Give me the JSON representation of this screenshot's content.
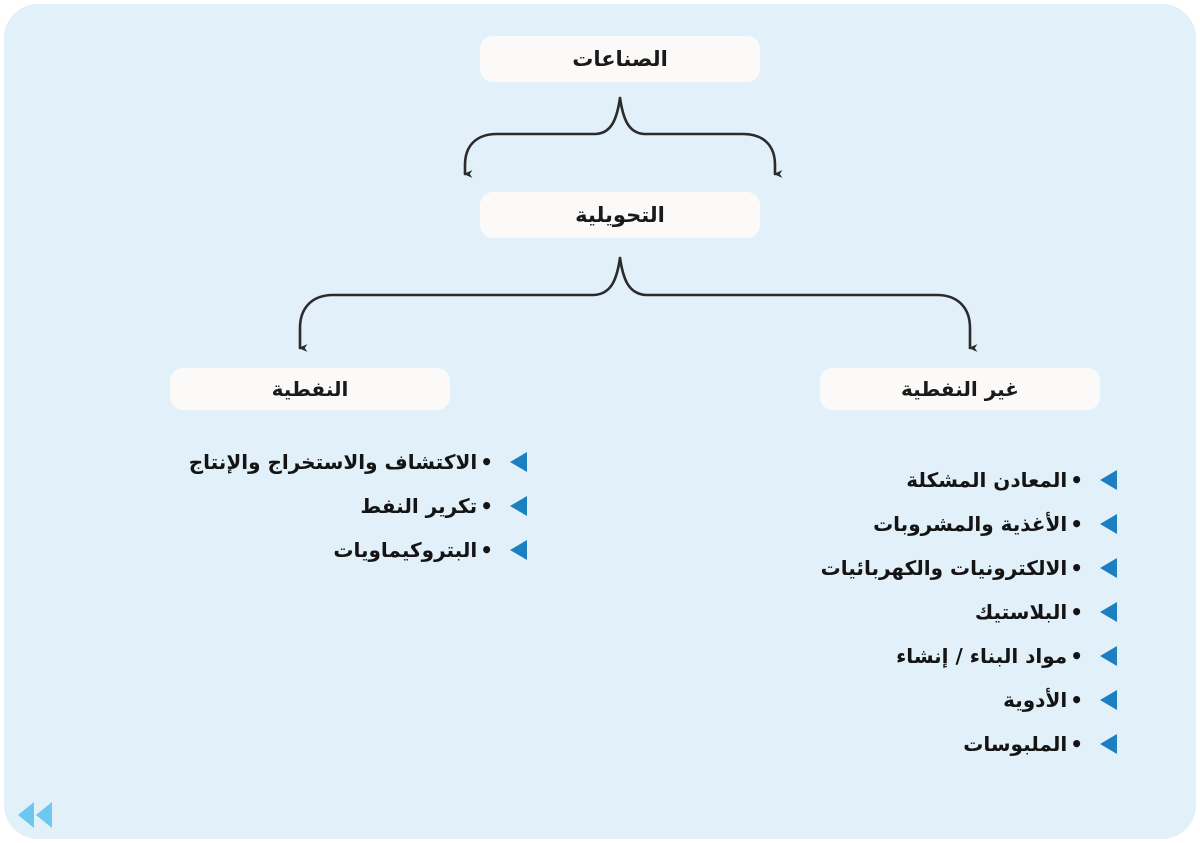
{
  "diagram": {
    "title_root": "الصناعات",
    "level2": "التحويلية",
    "branches": {
      "left": {
        "label": "النفطية",
        "items": [
          "الاكتشاف والاستخراج والإنتاج",
          "تكرير النفط",
          "البتروكيماويات"
        ]
      },
      "right": {
        "label": "غير النفطية",
        "items": [
          "المعادن المشكلة",
          "الأغذية والمشروبات",
          "الالكترونيات والكهربائيات",
          "البلاستيك",
          "مواد البناء / إنشاء",
          "الأدوية",
          "الملبوسات"
        ]
      }
    }
  },
  "icons": {
    "rewind": "rewind-double-left-icon",
    "bullet_marker": "triangle-left-icon"
  },
  "colors": {
    "panel_background": "#e2f0fa",
    "node_background": "#fbfaf8",
    "marker_blue": "#1c7fc0",
    "rewind_blue": "#6cc8ee",
    "connector": "#2b2b2b",
    "text": "#141414"
  }
}
